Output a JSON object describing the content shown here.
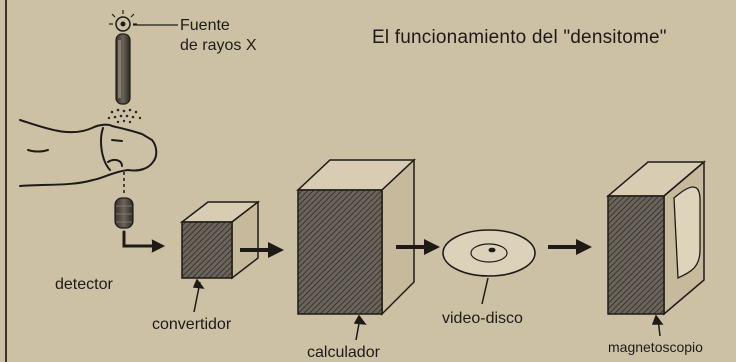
{
  "title": "El funcionamiento del \"densitome\"",
  "labels": {
    "source_line1": "Fuente",
    "source_line2": "de rayos X",
    "detector": "detector",
    "converter": "convertidor",
    "calculator": "calculador",
    "video_disc": "video-disco",
    "vcr": "magnetoscopio"
  },
  "colors": {
    "paper": "#cdc1a5",
    "ink": "#1e1b17",
    "hatch_fill": "#5e5850",
    "light_face": "#d8cdb3"
  }
}
